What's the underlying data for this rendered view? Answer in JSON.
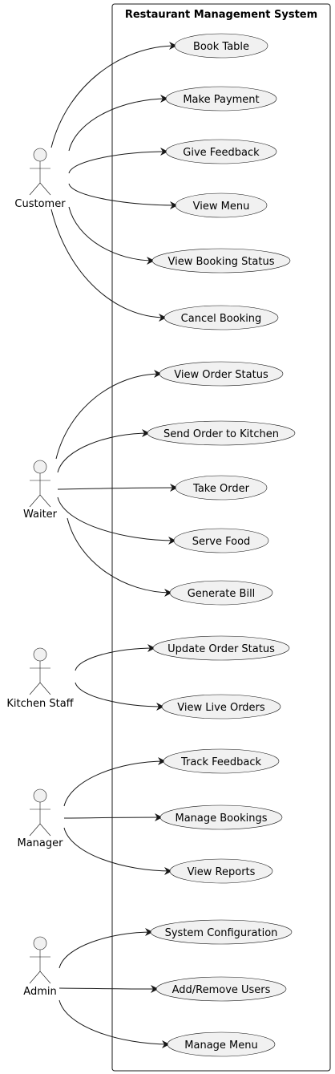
{
  "system": {
    "title": "Restaurant Management System"
  },
  "actors": [
    {
      "id": "customer",
      "name": "Customer"
    },
    {
      "id": "waiter",
      "name": "Waiter"
    },
    {
      "id": "kitchen",
      "name": "Kitchen Staff"
    },
    {
      "id": "manager",
      "name": "Manager"
    },
    {
      "id": "admin",
      "name": "Admin"
    }
  ],
  "use_cases": [
    {
      "id": "book_table",
      "label": "Book Table"
    },
    {
      "id": "make_payment",
      "label": "Make Payment"
    },
    {
      "id": "give_feedback",
      "label": "Give Feedback"
    },
    {
      "id": "view_menu",
      "label": "View Menu"
    },
    {
      "id": "view_booking_status",
      "label": "View Booking Status"
    },
    {
      "id": "cancel_booking",
      "label": "Cancel Booking"
    },
    {
      "id": "view_order_status",
      "label": "View Order Status"
    },
    {
      "id": "send_order",
      "label": "Send Order to Kitchen"
    },
    {
      "id": "take_order",
      "label": "Take Order"
    },
    {
      "id": "serve_food",
      "label": "Serve Food"
    },
    {
      "id": "generate_bill",
      "label": "Generate Bill"
    },
    {
      "id": "update_order_status",
      "label": "Update Order Status"
    },
    {
      "id": "view_live_orders",
      "label": "View Live Orders"
    },
    {
      "id": "track_feedback",
      "label": "Track Feedback"
    },
    {
      "id": "manage_bookings",
      "label": "Manage Bookings"
    },
    {
      "id": "view_reports",
      "label": "View Reports"
    },
    {
      "id": "system_config",
      "label": "System Configuration"
    },
    {
      "id": "add_remove_users",
      "label": "Add/Remove Users"
    },
    {
      "id": "manage_menu",
      "label": "Manage Menu"
    }
  ],
  "associations": [
    {
      "actor": "customer",
      "use_case": "book_table"
    },
    {
      "actor": "customer",
      "use_case": "make_payment"
    },
    {
      "actor": "customer",
      "use_case": "give_feedback"
    },
    {
      "actor": "customer",
      "use_case": "view_menu"
    },
    {
      "actor": "customer",
      "use_case": "view_booking_status"
    },
    {
      "actor": "customer",
      "use_case": "cancel_booking"
    },
    {
      "actor": "waiter",
      "use_case": "view_order_status"
    },
    {
      "actor": "waiter",
      "use_case": "send_order"
    },
    {
      "actor": "waiter",
      "use_case": "take_order"
    },
    {
      "actor": "waiter",
      "use_case": "serve_food"
    },
    {
      "actor": "waiter",
      "use_case": "generate_bill"
    },
    {
      "actor": "kitchen",
      "use_case": "update_order_status"
    },
    {
      "actor": "kitchen",
      "use_case": "view_live_orders"
    },
    {
      "actor": "manager",
      "use_case": "track_feedback"
    },
    {
      "actor": "manager",
      "use_case": "manage_bookings"
    },
    {
      "actor": "manager",
      "use_case": "view_reports"
    },
    {
      "actor": "admin",
      "use_case": "system_config"
    },
    {
      "actor": "admin",
      "use_case": "add_remove_users"
    },
    {
      "actor": "admin",
      "use_case": "manage_menu"
    }
  ]
}
